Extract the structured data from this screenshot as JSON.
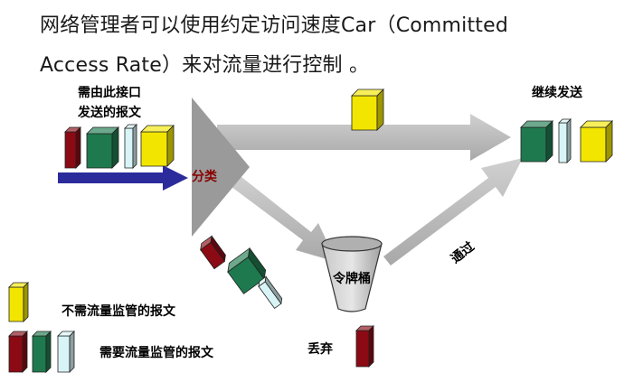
{
  "title": {
    "line1": "网络管理者可以使用约定访问速度Car（Committed",
    "line2": "Access Rate）来对流量进行控制 。"
  },
  "labels": {
    "source_line1": "需由此接口",
    "source_line2": "发送的报文",
    "classify": "分类",
    "bucket": "令牌桶",
    "pass": "通过",
    "forward": "继续发送",
    "discard": "丢弃",
    "legend_no_police": "不需流量监管的报文",
    "legend_police": "需要流量监管的报文"
  },
  "colors": {
    "red": "#8b0a14",
    "green": "#1e7a4e",
    "cyan": "#d8f4f6",
    "yellow": "#f2e600",
    "arrow_gray": "#b8b8b8",
    "funnel": "#9a9a9a",
    "blue_arrow": "#2b2b9c",
    "classify_text": "#8b0000"
  }
}
